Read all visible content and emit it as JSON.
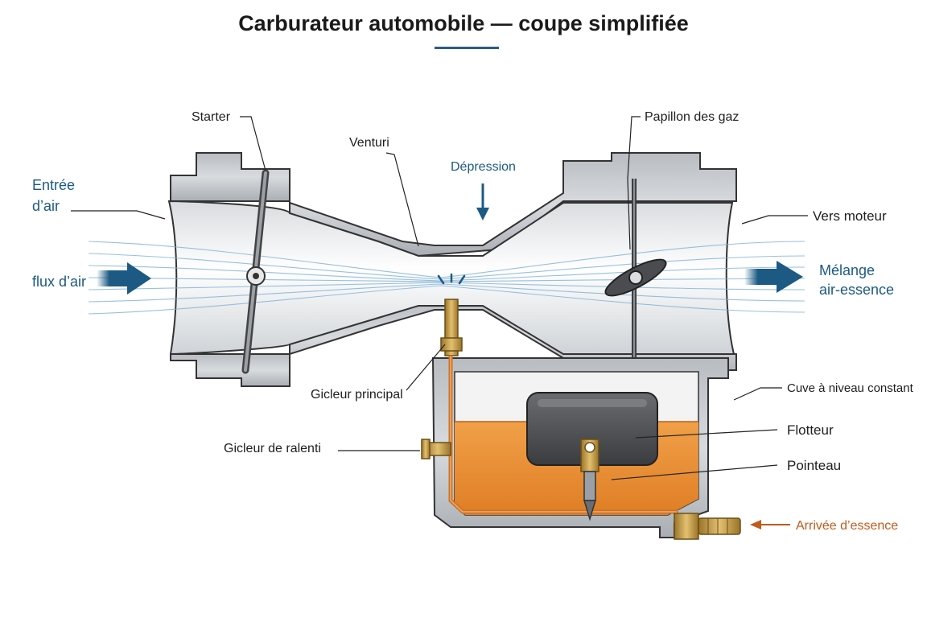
{
  "title": "Carburateur automobile — coupe simplifiée",
  "labels": {
    "starter": "Starter",
    "venturi": "Venturi",
    "papillon": "Papillon des gaz",
    "depression": "Dépression",
    "entree_line1": "Entrée",
    "entree_line2": "d’air",
    "flux": "flux d’air",
    "vers_moteur": "Vers moteur",
    "melange_line1": "Mélange",
    "melange_line2": "air-essence",
    "cuve": "Cuve à niveau constant",
    "flotteur": "Flotteur",
    "pointeau": "Pointeau",
    "arrivee": "Arrivée d’essence",
    "gicleur_principal": "Gicleur principal",
    "gicleur_ralenti": "Gicleur de ralenti"
  },
  "colors": {
    "accent_blue": "#1c5a84",
    "fuel_orange": "#e88a2e",
    "fuel_label": "#c15a1a",
    "brass": "#c9a14a",
    "housing": "#c9cdd2"
  }
}
